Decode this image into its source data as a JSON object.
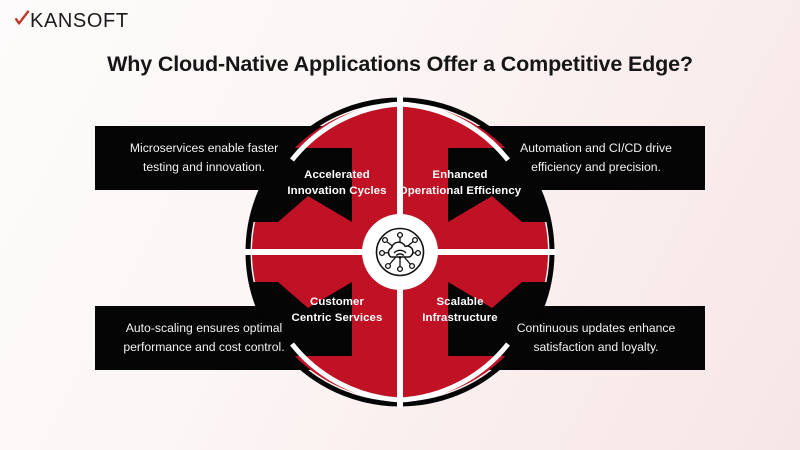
{
  "brand": {
    "logo_text": "KANSOFT",
    "logo_mark_name": "red-check-k-mark",
    "accent_color": "#C0392B",
    "logo_text_color": "#1b1b1b"
  },
  "header": {
    "title": "Why Cloud-Native Applications Offer a Competitive Edge?"
  },
  "theme": {
    "red": "#C01125",
    "black": "#050505",
    "white": "#ffffff",
    "bg_start": "#fdfbfb",
    "bg_end": "#f7e6e7"
  },
  "diagram": {
    "center_icon_name": "cloud-network-icon",
    "quadrants": [
      {
        "id": "accelerated-innovation-cycles",
        "position": "top-left",
        "label_line1": "Accelerated",
        "label_line2": "Innovation Cycles",
        "callout_line1": "Microservices enable faster",
        "callout_line2": "testing and innovation."
      },
      {
        "id": "enhanced-operational-efficiency",
        "position": "top-right",
        "label_line1": "Enhanced",
        "label_line2": "Operational Efficiency",
        "callout_line1": "Automation and CI/CD drive",
        "callout_line2": "efficiency and precision."
      },
      {
        "id": "customer-centric-services",
        "position": "bottom-left",
        "label_line1": "Customer",
        "label_line2": "Centric Services",
        "callout_line1": "Auto-scaling ensures optimal",
        "callout_line2": "performance and cost control."
      },
      {
        "id": "scalable-infrastructure",
        "position": "bottom-right",
        "label_line1": "Scalable",
        "label_line2": "Infrastructure",
        "callout_line1": "Continuous updates enhance",
        "callout_line2": "satisfaction and loyalty."
      }
    ]
  }
}
